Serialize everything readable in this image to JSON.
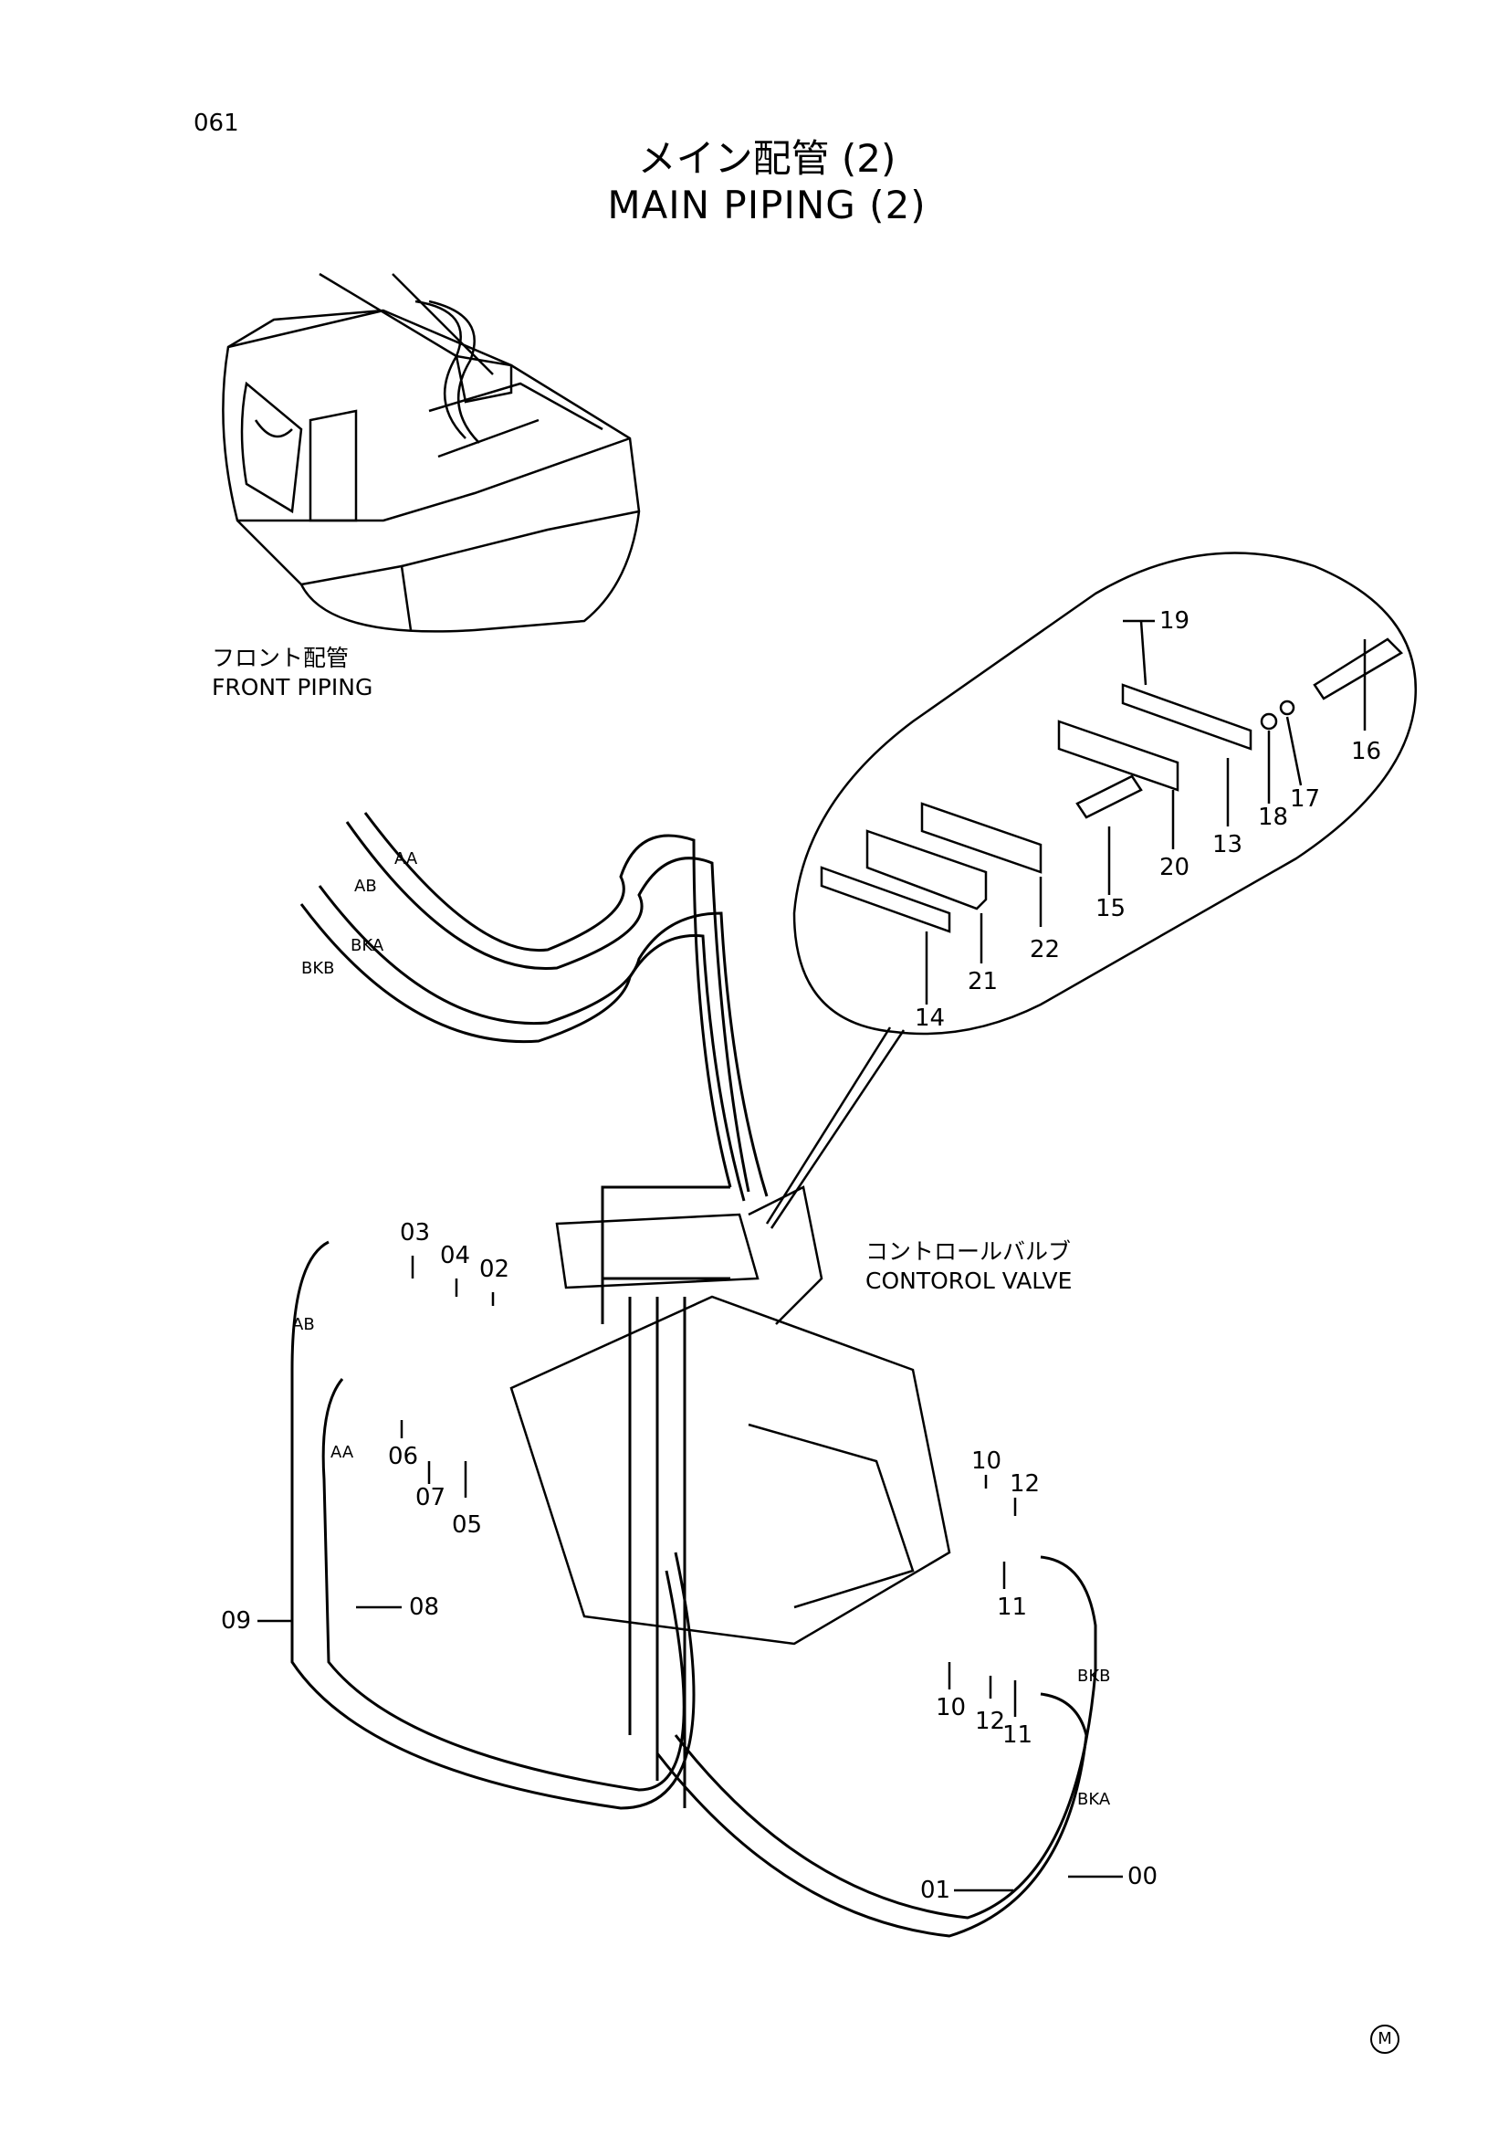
{
  "page_number": "061",
  "title": {
    "jp": "メイン配管 (2)",
    "en": "MAIN PIPING (2)"
  },
  "sections": {
    "front_piping": {
      "jp": "フロント配管",
      "en": "FRONT PIPING"
    },
    "control_valve": {
      "jp": "コントロールバルブ",
      "en": "CONTOROL VALVE"
    }
  },
  "callouts": {
    "c19": "19",
    "c16": "16",
    "c18": "18",
    "c17": "17",
    "c13": "13",
    "c20": "20",
    "c15": "15",
    "c22": "22",
    "c21": "21",
    "c14": "14",
    "c03": "03",
    "c04": "04",
    "c02": "02",
    "c06": "06",
    "c07": "07",
    "c05": "05",
    "c10a": "10",
    "c12a": "12",
    "c11a": "11",
    "c10b": "10",
    "c12b": "12",
    "c11b": "11",
    "c09": "09",
    "c08": "08",
    "c01": "01",
    "c00": "00"
  },
  "hose_labels": {
    "aa_front": "AA",
    "ab_front": "AB",
    "bka_front": "BKA",
    "bkb_front": "BKB",
    "ab_left": "AB",
    "aa_left": "AA",
    "bkb_right": "BKB",
    "bka_right": "BKA"
  },
  "corner_mark": "M"
}
